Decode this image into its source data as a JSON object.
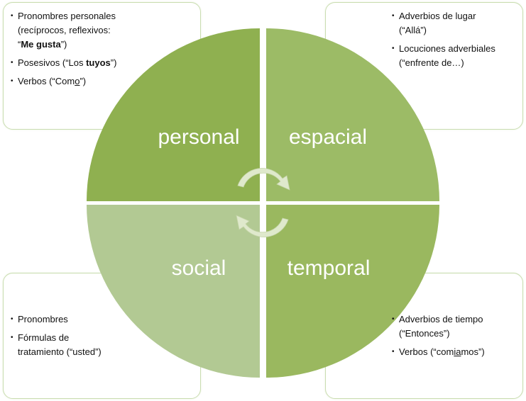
{
  "quadrants": {
    "personal": "personal",
    "espacial": "espacial",
    "social": "social",
    "temporal": "temporal"
  },
  "colors": {
    "personal": "#8fb050",
    "espacial": "#9cbb66",
    "social": "#b2c993",
    "temporal": "#9ab85f",
    "box_border": "#c9ddb0",
    "cycle_arrow": "#dfe9cc"
  },
  "icons": [
    "cycle-arrows-icon"
  ],
  "personal_box": {
    "items": [
      {
        "line1": "Pronombres personales",
        "line2": "(recíprocos, reflexivos:",
        "line3_pre": "“",
        "line3_bold": "Me",
        "line3_mid": " ",
        "line3_bold2": "gusta",
        "line3_post": "”)"
      },
      {
        "pre": "Posesivos (“Los ",
        "bold": "tuyos",
        "post": "”)"
      },
      {
        "pre": "Verbos (“Com",
        "underline": "o",
        "post": "”)"
      }
    ]
  },
  "espacial_box": {
    "items": [
      {
        "line1": "Adverbios de lugar",
        "line2": "(“Allá”)"
      },
      {
        "line1": "Locuciones adverbiales",
        "line2": "(“enfrente de…)"
      }
    ]
  },
  "social_box": {
    "items": [
      {
        "line1": "Pronombres"
      },
      {
        "line1": "Fórmulas de",
        "line2": "tratamiento (“usted”)"
      }
    ]
  },
  "temporal_box": {
    "items": [
      {
        "line1": "Adverbios de tiempo",
        "line2": "(“Entonces”)"
      },
      {
        "pre": "Verbos (“com",
        "underline": "ia",
        "post": "mos”)"
      }
    ]
  }
}
